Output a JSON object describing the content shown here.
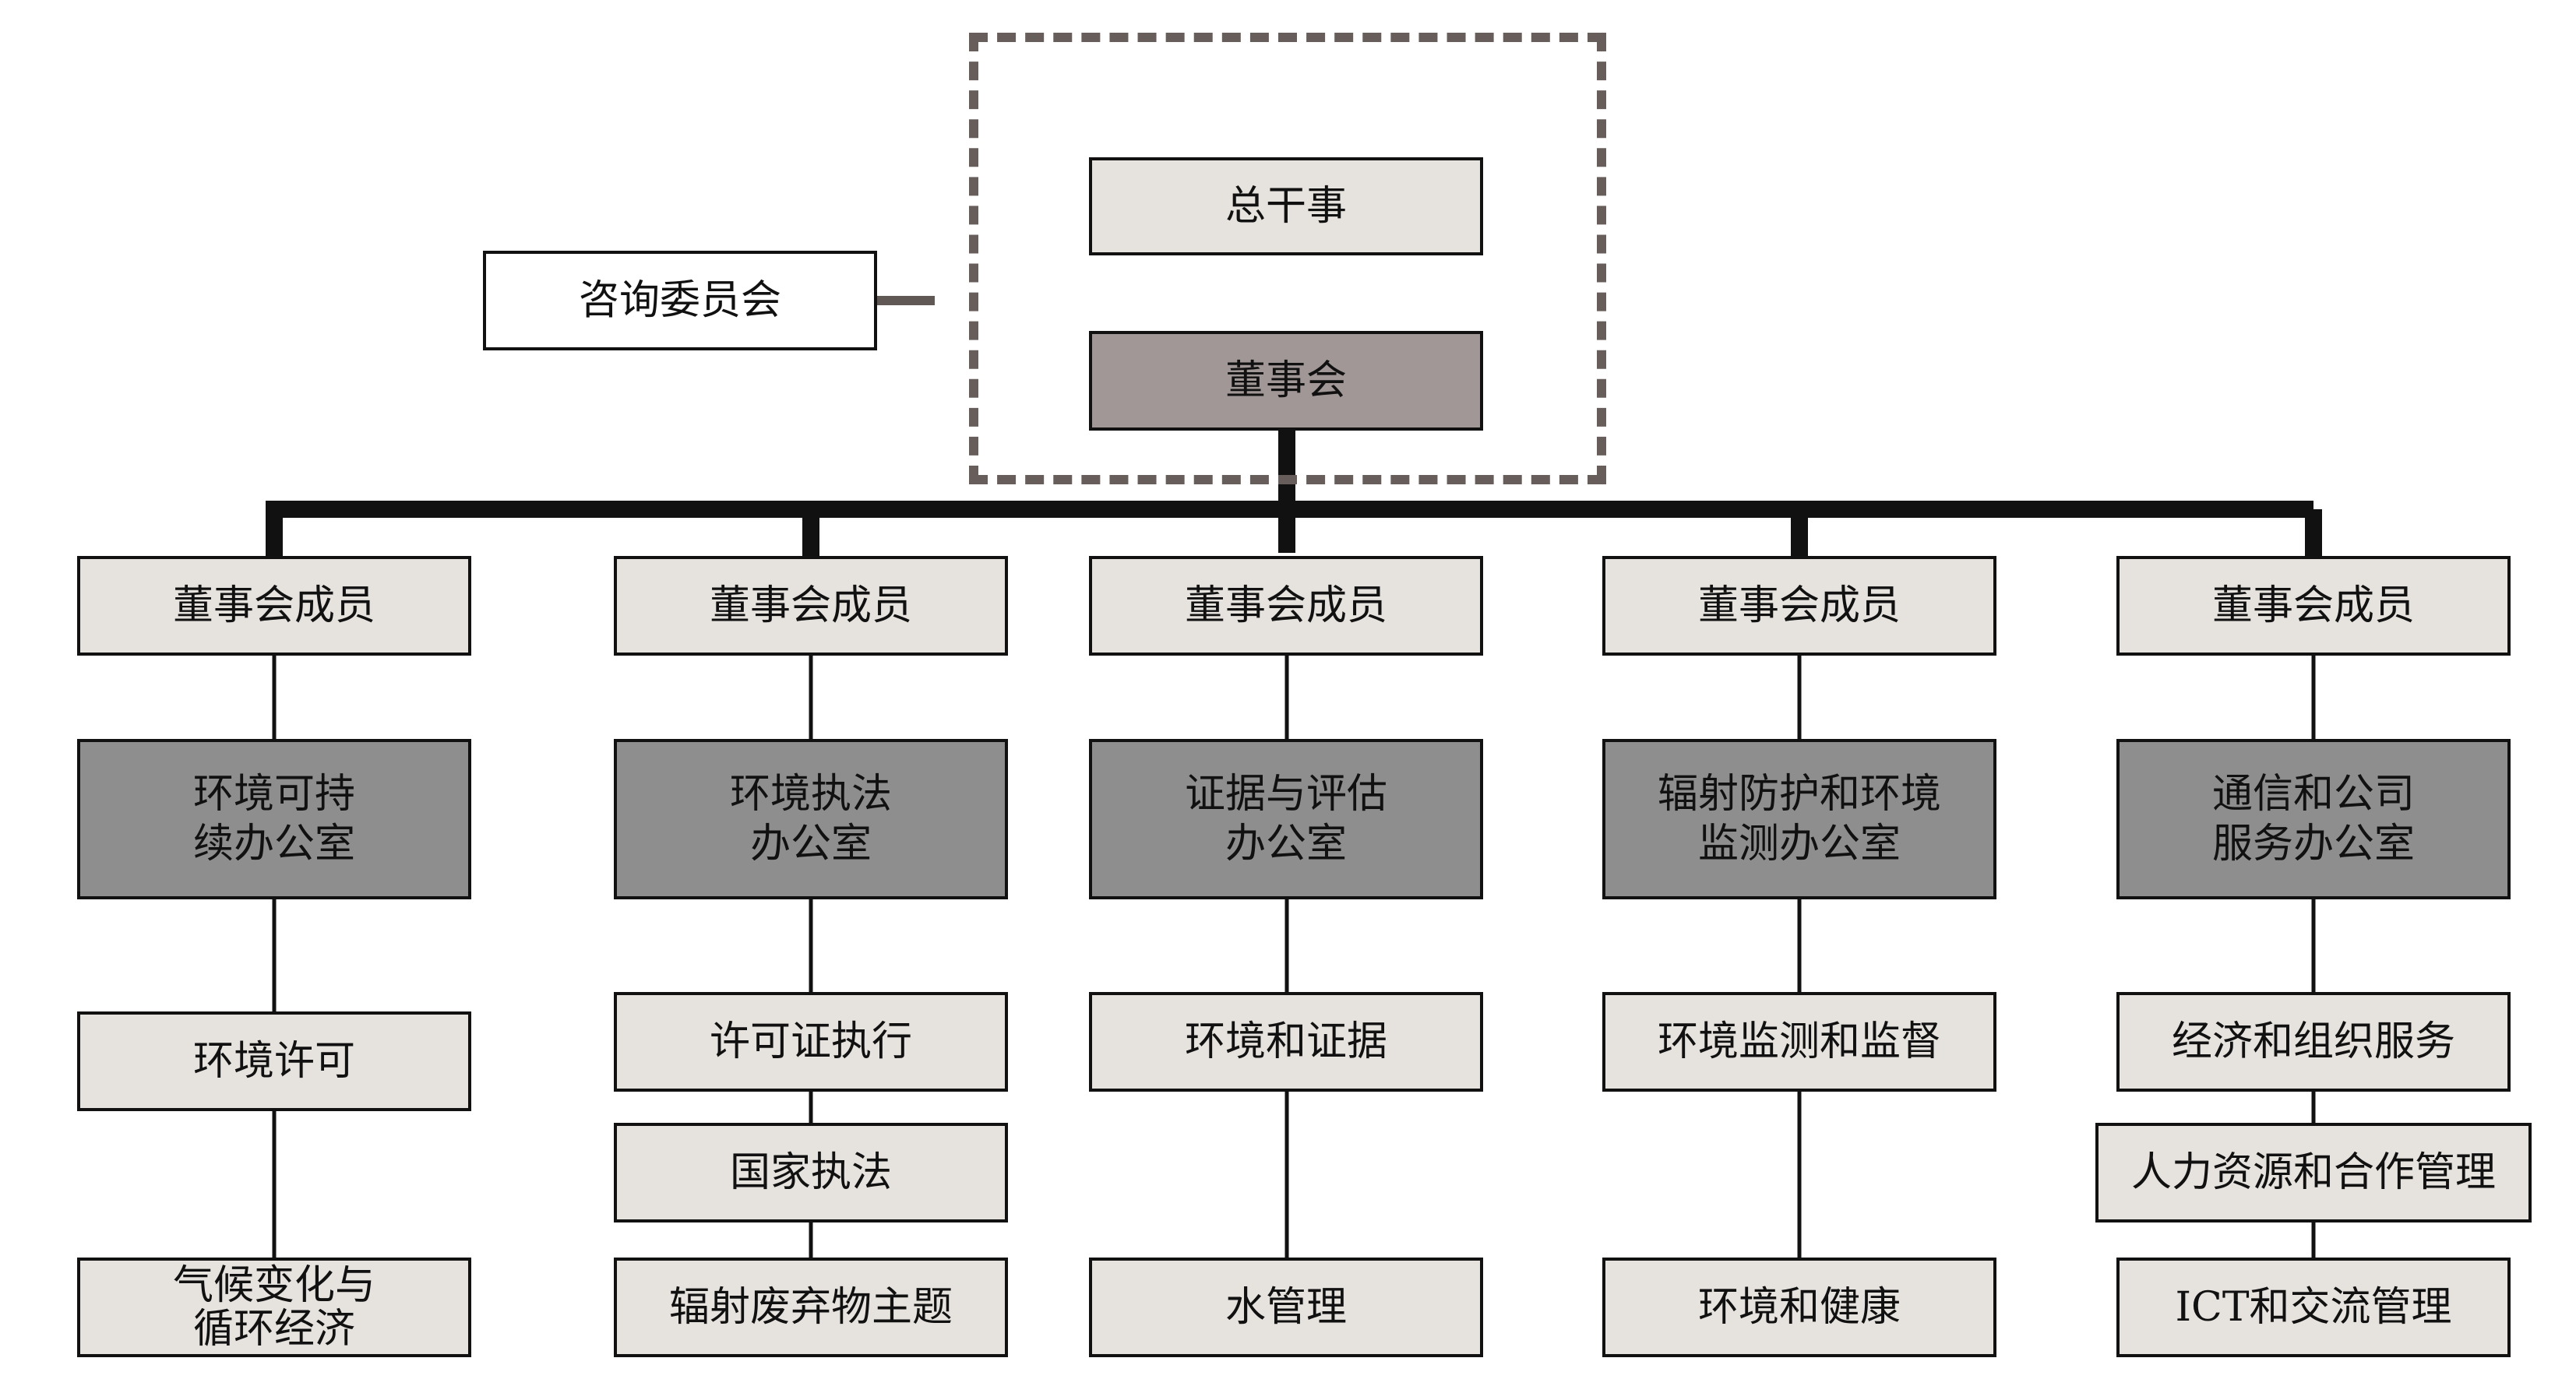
{
  "colors": {
    "light_box": "#e6e2de",
    "board_box": "#a09796",
    "office_box": "#8e8e8e",
    "dashed_border": "#675e5b",
    "line": "#111111"
  },
  "director_general": "总干事",
  "advisory_committee": "咨询委员会",
  "board": "董事会",
  "columns": [
    {
      "member": "董事会成员",
      "office": "环境可持\n续办公室",
      "units": [
        "环境许可",
        "气候变化与\n循环经济"
      ]
    },
    {
      "member": "董事会成员",
      "office": "环境执法\n办公室",
      "units": [
        "许可证执行",
        "国家执法",
        "辐射废弃物主题"
      ]
    },
    {
      "member": "董事会成员",
      "office": "证据与评估\n办公室",
      "units": [
        "环境和证据",
        "水管理"
      ]
    },
    {
      "member": "董事会成员",
      "office": "辐射防护和环境\n监测办公室",
      "units": [
        "环境监测和监督",
        "环境和健康"
      ]
    },
    {
      "member": "董事会成员",
      "office": "通信和公司\n服务办公室",
      "units": [
        "经济和组织服务",
        "人力资源和合作管理",
        "ICT和交流管理"
      ]
    }
  ]
}
